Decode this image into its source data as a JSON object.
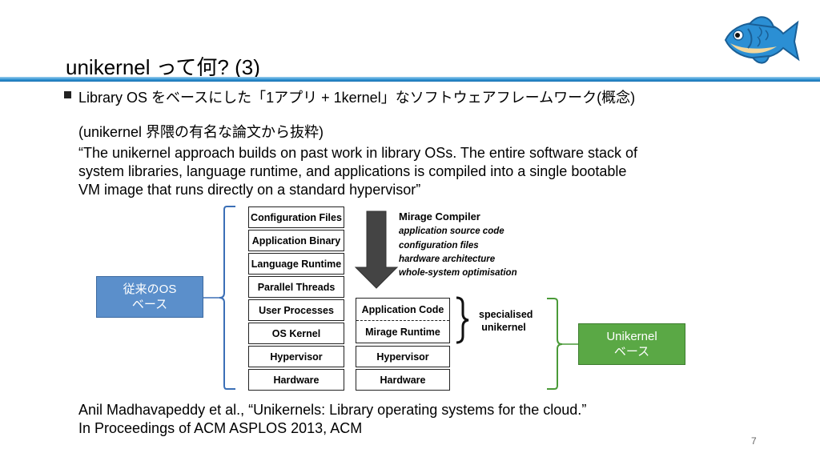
{
  "slide": {
    "title": "unikernel って何? (3)",
    "bullet": "Library OS をベースにした「1アプリ + 1kernel」なソフトウェアフレームワーク(概念)",
    "source_note": "(unikernel 界隈の有名な論文から抜粋)",
    "quote_lines": [
      "“The unikernel approach builds on past work in library OSs. The entire software stack of",
      "system libraries, language runtime, and applications is compiled into a single bootable",
      "VM image that runs directly on a standard hypervisor”"
    ],
    "citation_lines": [
      "Anil Madhavapeddy et al., “Unikernels: Library operating systems for the cloud.”",
      "In Proceedings of ACM ASPLOS 2013, ACM"
    ],
    "page_number": "7",
    "mascot_icon": "fish-icon"
  },
  "diagram": {
    "traditional_stack": [
      "Configuration Files",
      "Application Binary",
      "Language Runtime",
      "Parallel Threads",
      "User Processes",
      "OS Kernel",
      "Hypervisor",
      "Hardware"
    ],
    "unikernel_stack": [
      "Application Code",
      "Mirage Runtime",
      "Hypervisor",
      "Hardware"
    ],
    "compiler": {
      "title": "Mirage Compiler",
      "items": [
        "application source code",
        "configuration files",
        "hardware architecture",
        "whole-system optimisation"
      ]
    },
    "specialised_label": [
      "specialised",
      "unikernel"
    ],
    "left_callout": [
      "従来のOS",
      "ベース"
    ],
    "right_callout": [
      "Unikernel",
      "ベース"
    ],
    "colors": {
      "left_callout": "#5b8fcb",
      "right_callout": "#5aa845",
      "left_bracket": "#3b6fb6",
      "right_bracket": "#4a9a38",
      "rule": "#2a8fd0"
    }
  }
}
